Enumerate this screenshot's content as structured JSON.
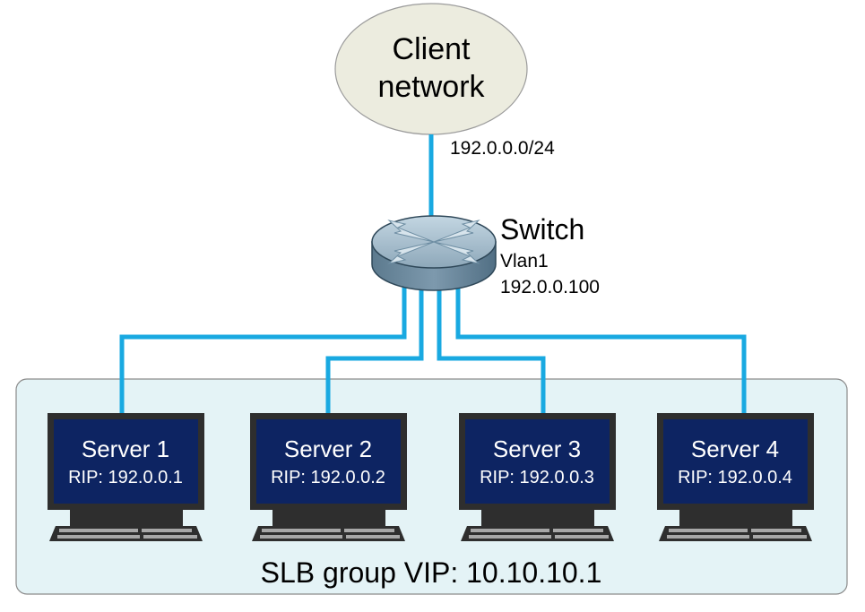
{
  "client_network": {
    "line1": "Client",
    "line2": "network",
    "subnet": "192.0.0.0/24"
  },
  "switch": {
    "name": "Switch",
    "vlan": "Vlan1",
    "ip": "192.0.0.100"
  },
  "servers": [
    {
      "name": "Server 1",
      "rip": "RIP: 192.0.0.1"
    },
    {
      "name": "Server 2",
      "rip": "RIP: 192.0.0.2"
    },
    {
      "name": "Server 3",
      "rip": "RIP: 192.0.0.3"
    },
    {
      "name": "Server 4",
      "rip": "RIP: 192.0.0.4"
    }
  ],
  "slb_group": {
    "label": "SLB group VIP: 10.10.10.1"
  },
  "colors": {
    "link": "#19a9e1",
    "group_fill": "#e4f3f6",
    "cloud_fill": "#ececdf",
    "screen_fill": "#0d2462"
  }
}
